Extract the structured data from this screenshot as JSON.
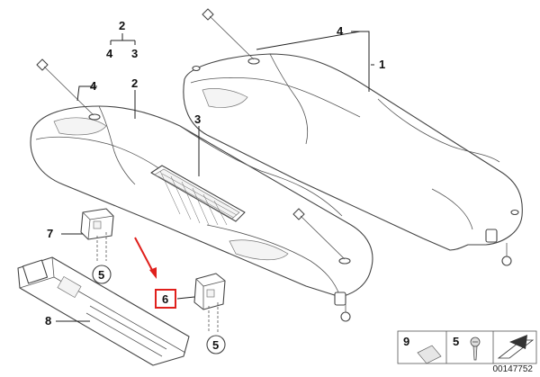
{
  "diagram": {
    "callouts": {
      "part_1": "1",
      "part_2": "2",
      "part_3": "3",
      "part_4": "4",
      "part_5": "5",
      "part_6": "6",
      "part_7": "7",
      "part_8": "8",
      "part_9": "9",
      "tree_head": "2",
      "tree_left": "4",
      "tree_right": "3"
    },
    "highlight_color": "#e0201c",
    "diagram_number": "00147752"
  }
}
